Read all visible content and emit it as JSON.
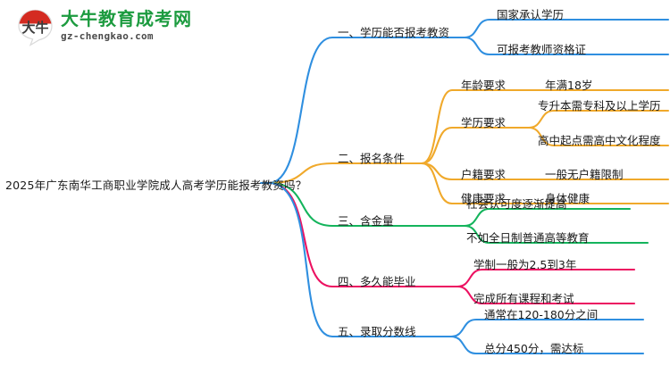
{
  "logo": {
    "mark_text": "大牛",
    "name_cn": "大牛教育成考网",
    "name_en": "gz-chengkao.com",
    "brand_green": "#1c9b3f",
    "brand_red": "#d42b21"
  },
  "mindmap": {
    "root": {
      "label": "2025年广东南华工商职业学院成人高考学历能报考教资吗？"
    },
    "colors": {
      "blue": "#2f8fe0",
      "orange": "#f0a92b",
      "green": "#14b45c",
      "pink": "#ec1161",
      "blue2": "#2f8fe0"
    },
    "branches": [
      {
        "index": "1",
        "label": "一、学历能否报考教资",
        "color": "#2f8fe0",
        "children": [
          {
            "label": "国家承认学历",
            "children": []
          },
          {
            "label": "可报考教师资格证",
            "children": []
          }
        ]
      },
      {
        "index": "2",
        "label": "二、报名条件",
        "color": "#f0a92b",
        "children": [
          {
            "label": "年龄要求",
            "children": [
              {
                "label": "年满18岁"
              }
            ]
          },
          {
            "label": "学历要求",
            "children": [
              {
                "label": "专升本需专科及以上学历"
              },
              {
                "label": "高中起点需高中文化程度"
              }
            ]
          },
          {
            "label": "户籍要求",
            "children": [
              {
                "label": "一般无户籍限制"
              }
            ]
          },
          {
            "label": "健康要求",
            "children": [
              {
                "label": "身体健康"
              }
            ]
          }
        ]
      },
      {
        "index": "3",
        "label": "三、含金量",
        "color": "#14b45c",
        "children": [
          {
            "label": "社会认可度逐渐提高",
            "children": []
          },
          {
            "label": "不如全日制普通高等教育",
            "children": []
          }
        ]
      },
      {
        "index": "4",
        "label": "四、多久能毕业",
        "color": "#ec1161",
        "children": [
          {
            "label": "学制一般为2.5到3年",
            "children": []
          },
          {
            "label": "完成所有课程和考试",
            "children": []
          }
        ]
      },
      {
        "index": "5",
        "label": "五、录取分数线",
        "color": "#2f8fe0",
        "children": [
          {
            "label": "通常在120-180分之间",
            "children": []
          },
          {
            "label": "总分450分，需达标",
            "children": []
          }
        ]
      }
    ]
  }
}
